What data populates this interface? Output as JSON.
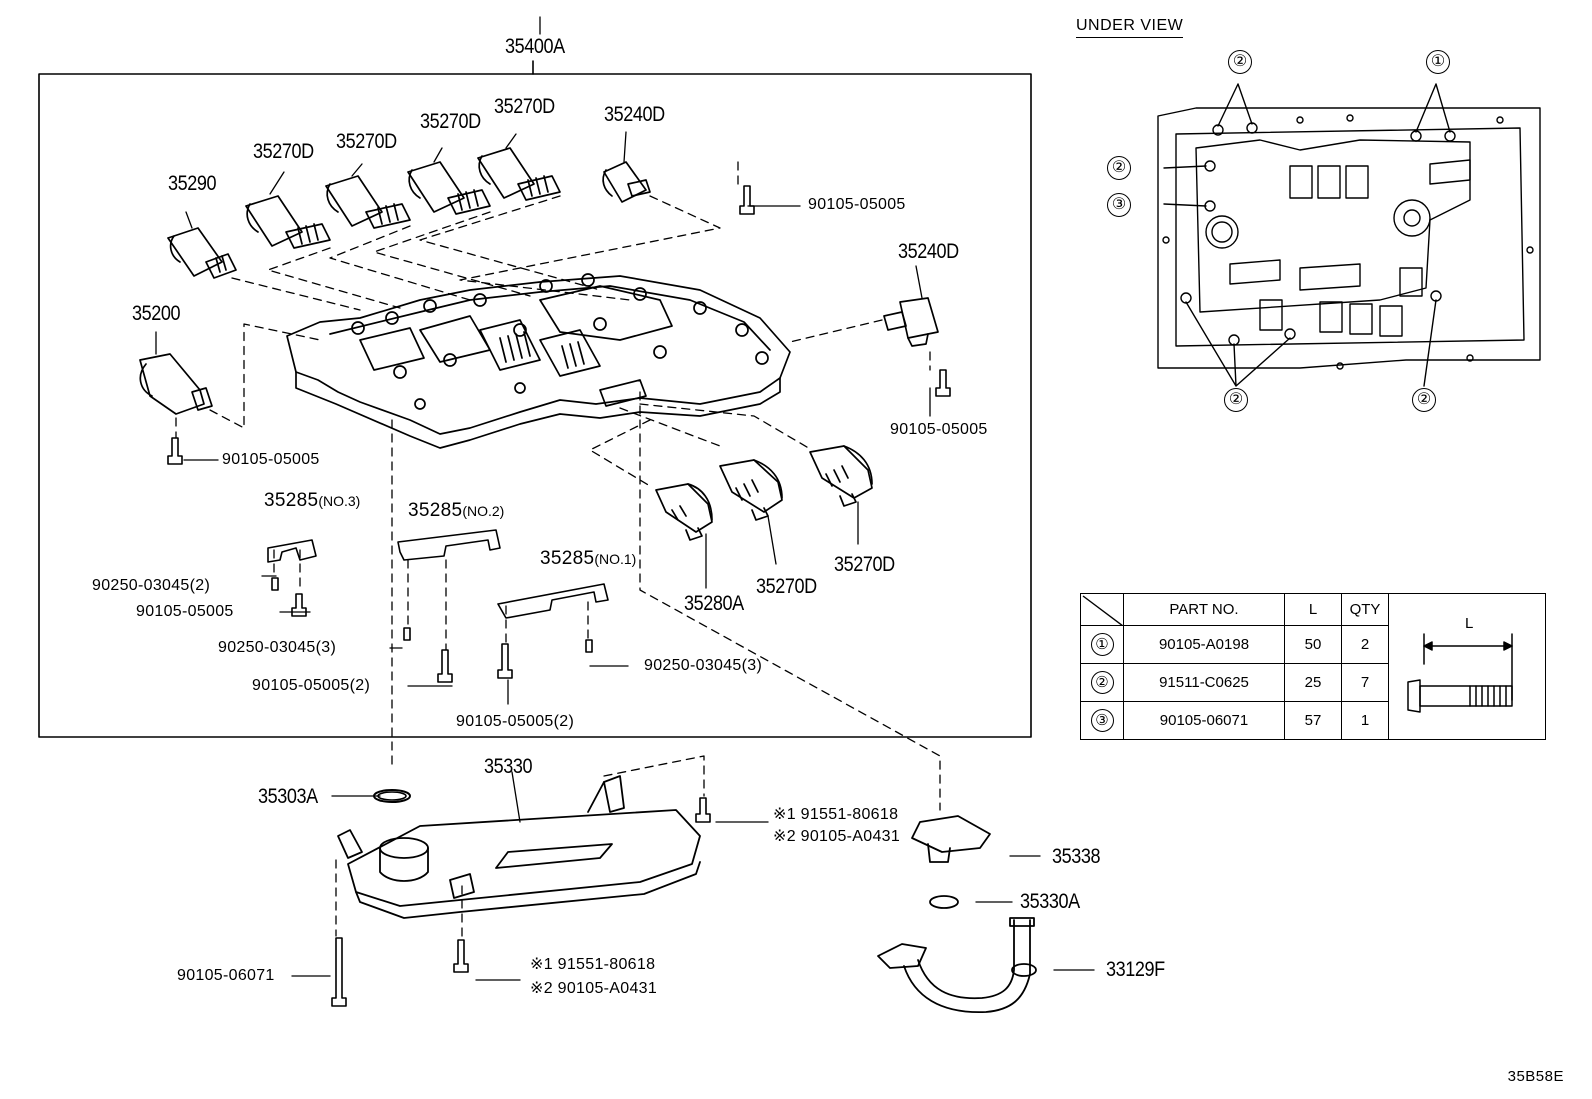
{
  "diagram": {
    "assembly_label": "35400A",
    "callouts": {
      "c35290": "35290",
      "c35270d_1": "35270D",
      "c35270d_2": "35270D",
      "c35270d_3": "35270D",
      "c35270d_4": "35270D",
      "c35240d_top": "35240D",
      "c35240d_right": "35240D",
      "c35200": "35200",
      "bolt_top_right": "90105-05005",
      "bolt_right": "90105-05005",
      "bolt_left": "90105-05005",
      "c35285_no3": "35285",
      "c35285_no3_sub": "(NO.3)",
      "c35285_no2": "35285",
      "c35285_no2_sub": "(NO.2)",
      "c35285_no1": "35285",
      "c35285_no1_sub": "(NO.1)",
      "pin_left": "90250-03045(2)",
      "bolt_left2": "90105-05005",
      "pin_mid": "90250-03045(3)",
      "bolt_mid": "90105-05005(2)",
      "pin_right": "90250-03045(3)",
      "bolt_bottom": "90105-05005(2)",
      "c35280a": "35280A",
      "c35270d_5": "35270D",
      "c35270d_6": "35270D",
      "c35303a": "35303A",
      "c35330": "35330",
      "note1_top": "※1 91551-80618",
      "note2_top": "※2 90105-A0431",
      "c35338": "35338",
      "c35330a": "35330A",
      "c33129f": "33129F",
      "bolt_06071": "90105-06071",
      "note1_bottom": "※1 91551-80618",
      "note2_bottom": "※2 90105-A0431"
    },
    "under_view": {
      "title": "UNDER VIEW",
      "markers": [
        "①",
        "②",
        "③"
      ]
    },
    "spec_table": {
      "headers": {
        "part": "PART NO.",
        "l": "L",
        "qty": "QTY"
      },
      "rows": [
        {
          "mark": "①",
          "part": "90105-A0198",
          "l": "50",
          "qty": "2"
        },
        {
          "mark": "②",
          "part": "91511-C0625",
          "l": "25",
          "qty": "7"
        },
        {
          "mark": "③",
          "part": "90105-06071",
          "l": "57",
          "qty": "1"
        }
      ],
      "dimension_label": "L"
    },
    "figure_code": "35B58E"
  }
}
